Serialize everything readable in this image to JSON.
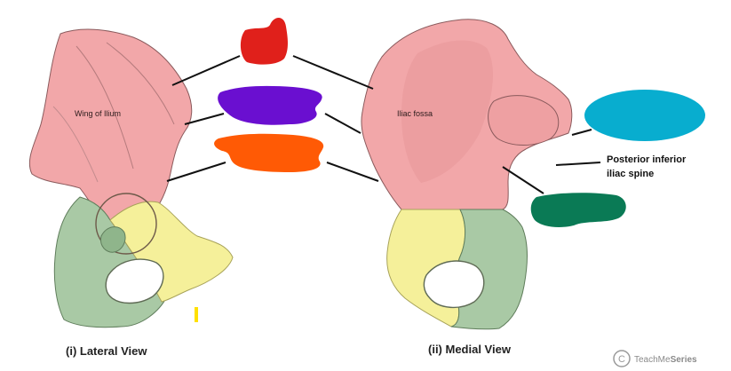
{
  "labels": {
    "lateral_wing": "Wing of Ilium",
    "medial_fossa": "Iliac fossa",
    "callout_line1": "Posterior inferior",
    "callout_line2": "iliac spine",
    "lateral_view": "(i) Lateral View",
    "medial_view": "(ii) Medial View"
  },
  "brand": {
    "prefix": "TeachMe",
    "suffix": "Series"
  },
  "colors": {
    "ilium": "#f2a7a9",
    "ischium": "#a9c9a5",
    "pubis": "#f5f09a",
    "redacted_red": "#e0201b",
    "redacted_purple": "#6a0fd0",
    "redacted_orange": "#ff5a05",
    "redacted_cyan": "#08adcf",
    "redacted_green": "#0a7a55",
    "yellow_mark": "#ffe000"
  }
}
